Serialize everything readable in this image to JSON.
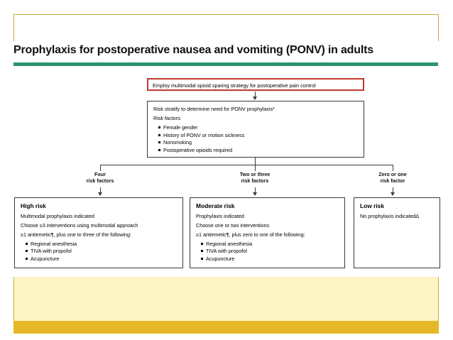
{
  "slide": {
    "title": "Prophylaxis for postoperative nausea and vomiting (PONV) in adults",
    "accent_green": "#2a9372",
    "accent_gold": "#c8a83c",
    "band_cream": "#fdf5c4",
    "band_gold": "#e5b828",
    "alert_red": "#c0392b"
  },
  "flowchart": {
    "opioid_box": {
      "text": "Employ multimodal opioid sparing strategy for postoperative pain control"
    },
    "stratify_box": {
      "heading": "Risk stratify to determine need for PONV prophylaxis*",
      "subheading": "Risk factors:",
      "factors": [
        "Female gender",
        "History of PONV or motion sickness",
        "Nonsmoking",
        "Postoperative opioids required"
      ]
    },
    "branches": [
      {
        "line1": "Four",
        "line2": "risk factors"
      },
      {
        "line1": "Two or three",
        "line2": "risk factors"
      },
      {
        "line1": "Zero or one",
        "line2": "risk factor"
      }
    ],
    "outcomes": [
      {
        "title": "High risk",
        "line1": "Multimodal prophylaxis indicated",
        "line2": "Choose ≥3 interventions using multimodal approach",
        "line3": "≥1 antiemetic¶, plus one to three of the following:",
        "bullets": [
          "Regional anesthesia",
          "TIVA with propofol",
          "Acupuncture"
        ]
      },
      {
        "title": "Moderate risk",
        "line1": "Prophylaxis indicated",
        "line2": "Choose one or two interventions",
        "line3": "≥1 antiemetic¶, plus zero to one of the following:",
        "bullets": [
          "Regional anesthesia",
          "TIVA with propofol",
          "Acupuncture"
        ]
      },
      {
        "title": "Low risk",
        "line1": "No prophylaxis indicatedΔ",
        "line2": "",
        "line3": "",
        "bullets": []
      }
    ]
  }
}
